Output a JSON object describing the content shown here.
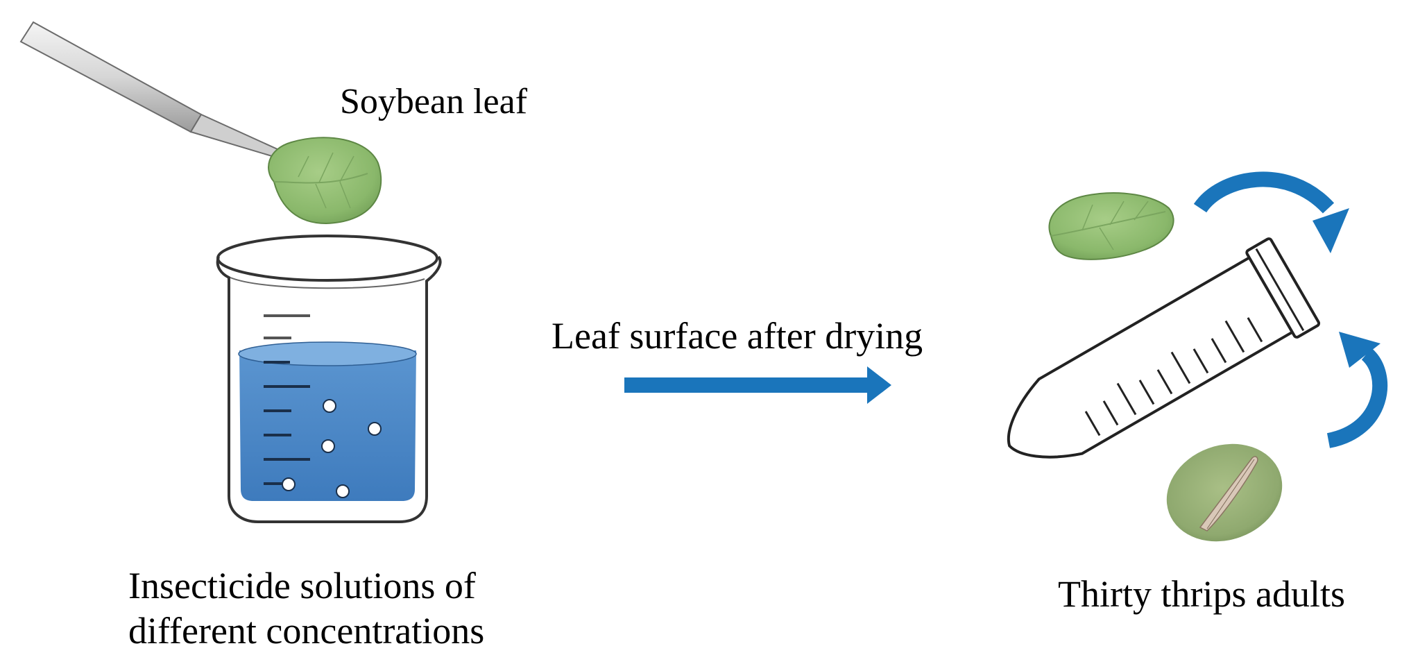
{
  "labels": {
    "soybean_leaf": "Soybean leaf",
    "insecticide_line1": "Insecticide solutions of",
    "insecticide_line2": "different concentrations",
    "leaf_surface": "Leaf surface after drying",
    "thrips": "Thirty thrips adults"
  },
  "colors": {
    "liquid": "#4a87c6",
    "liquid_top": "#6fa3d9",
    "arrow": "#1a75bb",
    "leaf": "#8cb870",
    "leaf_dark": "#6f9c55",
    "glass_stroke": "#333333",
    "tube_stroke": "#222222"
  }
}
